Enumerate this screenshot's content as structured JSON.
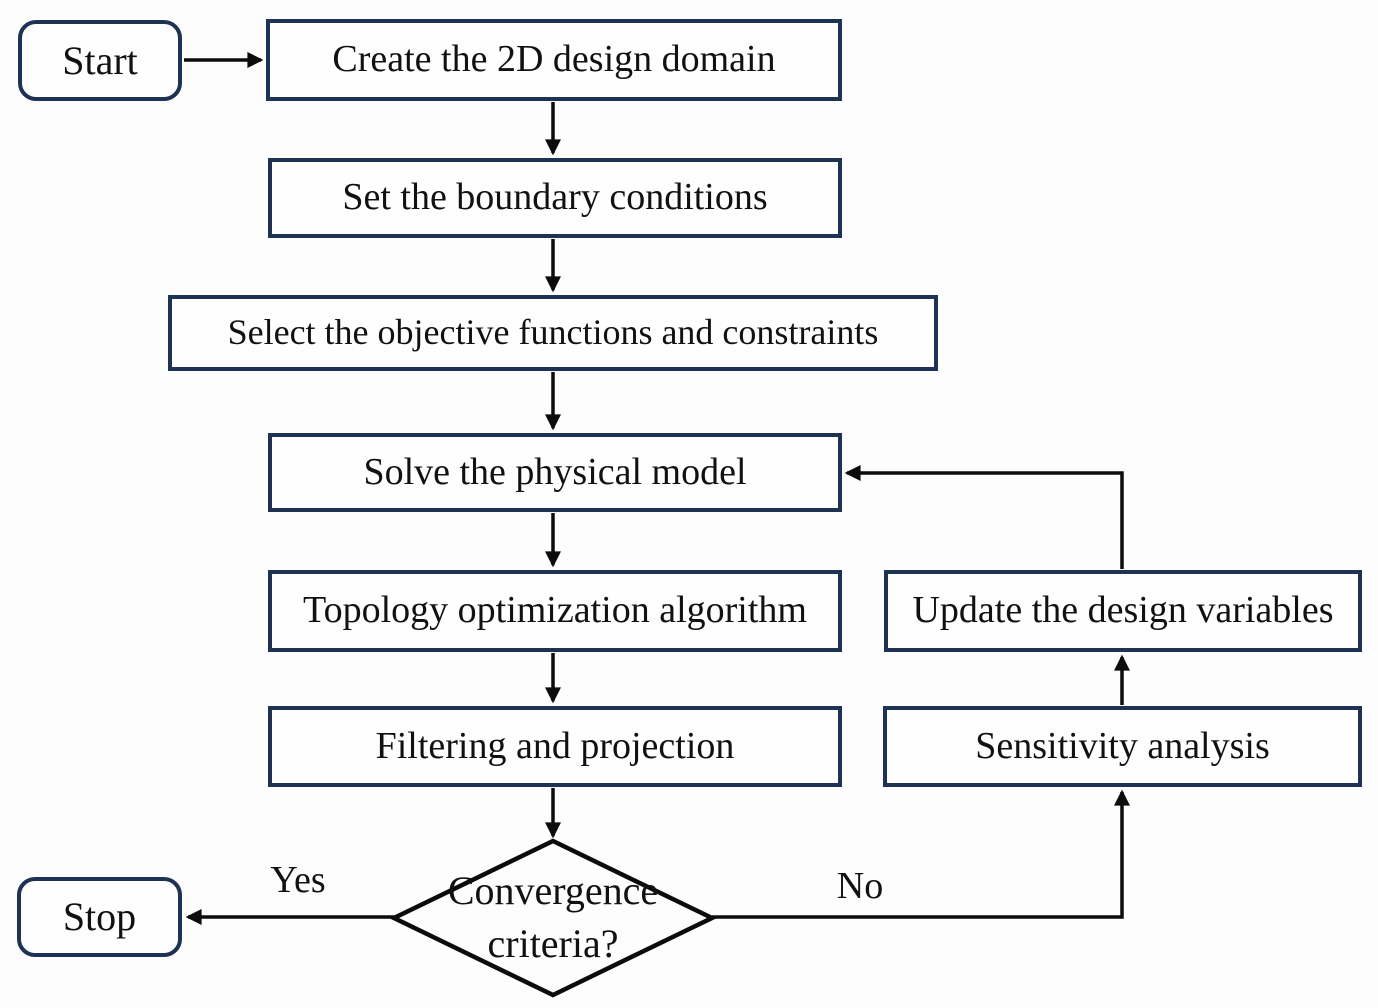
{
  "diagram": {
    "type": "flowchart",
    "colors": {
      "node_border": "#1e3254",
      "node_fill": "#fefefe",
      "decision_border": "#0c0c0c",
      "arrow": "#0c0c0c",
      "text": "#111111",
      "background": "#fdfdfe"
    },
    "nodes": {
      "start": {
        "label": "Start",
        "shape": "terminator"
      },
      "create": {
        "label": "Create the 2D design domain",
        "shape": "process"
      },
      "set_bc": {
        "label": "Set the boundary conditions",
        "shape": "process"
      },
      "select": {
        "label": "Select the objective functions and constraints",
        "shape": "process"
      },
      "solve": {
        "label": "Solve the physical model",
        "shape": "process"
      },
      "topology": {
        "label": "Topology optimization algorithm",
        "shape": "process"
      },
      "filtering": {
        "label": "Filtering and projection",
        "shape": "process"
      },
      "update": {
        "label": "Update the design variables",
        "shape": "process"
      },
      "sensitivity": {
        "label": "Sensitivity analysis",
        "shape": "process"
      },
      "convergence": {
        "label": "Convergence criteria?",
        "line1": "Convergence",
        "line2": "criteria?",
        "shape": "decision"
      },
      "stop": {
        "label": "Stop",
        "shape": "terminator"
      }
    },
    "edges": [
      {
        "from": "start",
        "to": "create",
        "label": ""
      },
      {
        "from": "create",
        "to": "set_bc",
        "label": ""
      },
      {
        "from": "set_bc",
        "to": "select",
        "label": ""
      },
      {
        "from": "select",
        "to": "solve",
        "label": ""
      },
      {
        "from": "solve",
        "to": "topology",
        "label": ""
      },
      {
        "from": "topology",
        "to": "filtering",
        "label": ""
      },
      {
        "from": "filtering",
        "to": "convergence",
        "label": ""
      },
      {
        "from": "convergence",
        "to": "stop",
        "label": "Yes"
      },
      {
        "from": "convergence",
        "to": "sensitivity",
        "label": "No"
      },
      {
        "from": "sensitivity",
        "to": "update",
        "label": ""
      },
      {
        "from": "update",
        "to": "solve",
        "label": ""
      }
    ],
    "edge_labels": {
      "yes": "Yes",
      "no": "No"
    }
  }
}
